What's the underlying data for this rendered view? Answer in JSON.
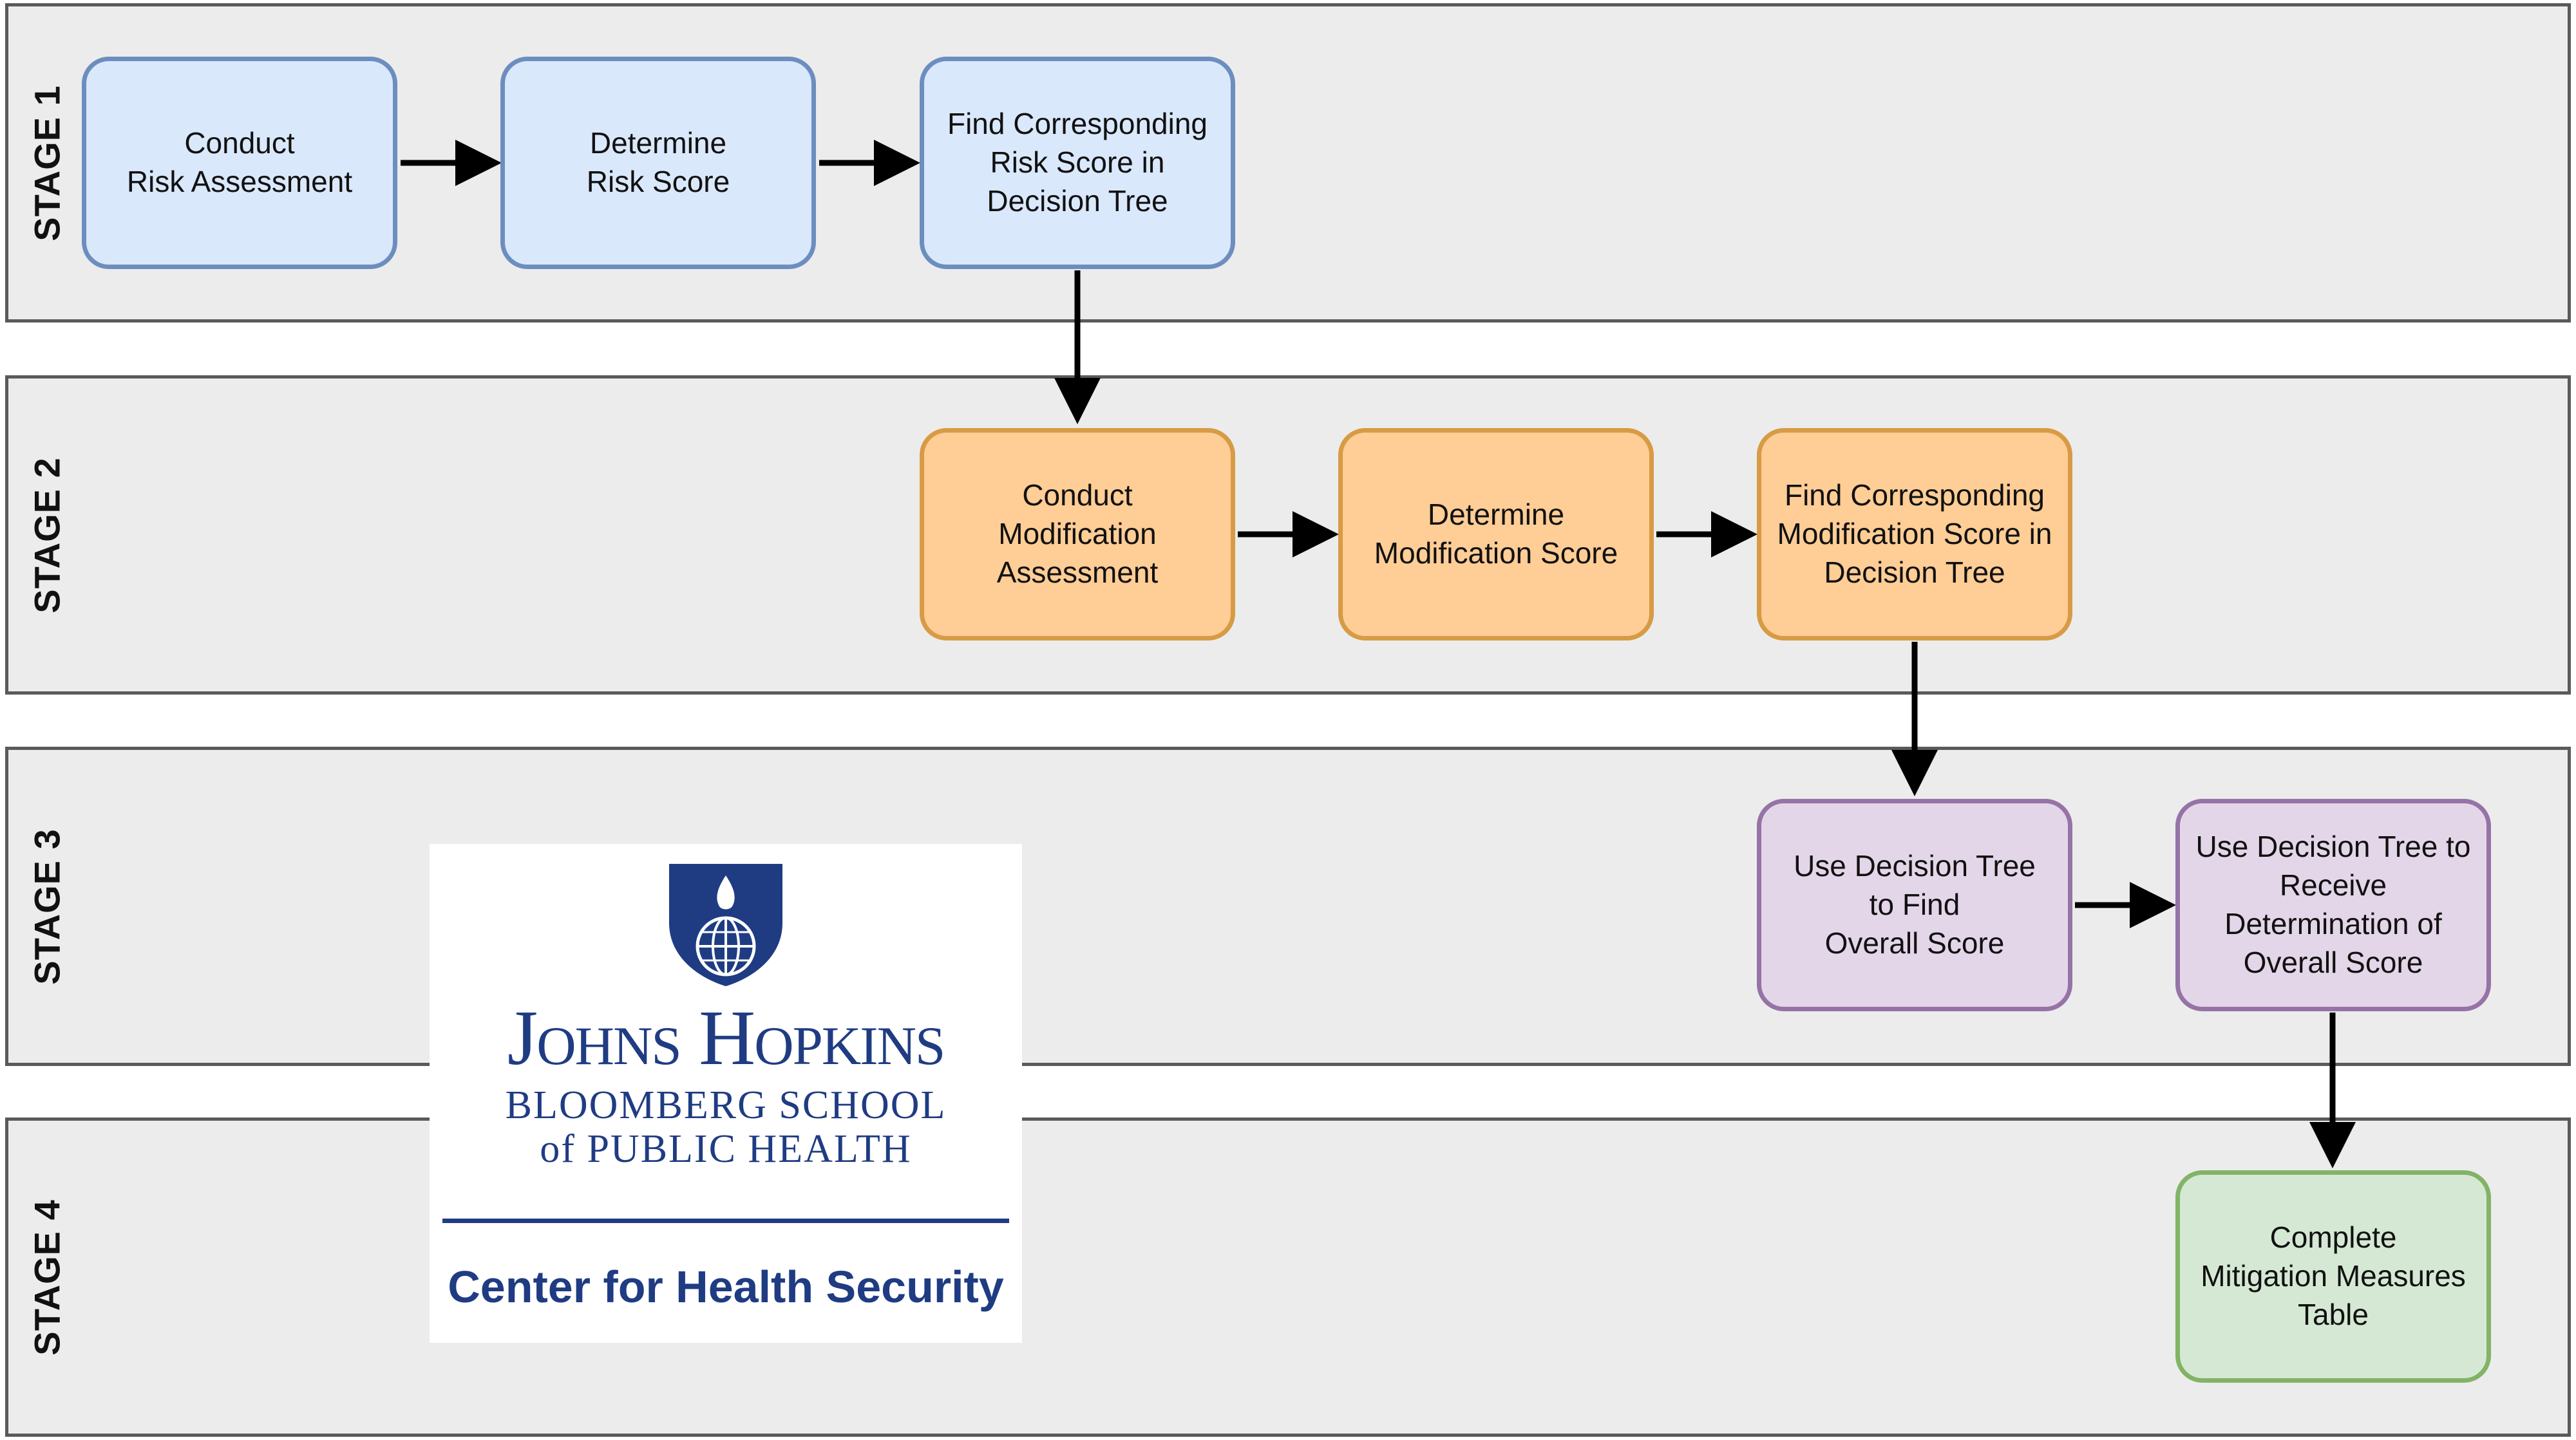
{
  "stages": [
    {
      "label": "STAGE 1"
    },
    {
      "label": "STAGE 2"
    },
    {
      "label": "STAGE 3"
    },
    {
      "label": "STAGE 4"
    }
  ],
  "nodes": {
    "conduct_risk": "Conduct\nRisk Assessment",
    "determine_risk": "Determine\nRisk Score",
    "find_risk_tree": "Find Corresponding\nRisk Score in\nDecision Tree",
    "conduct_mod": "Conduct\nModification\nAssessment",
    "determine_mod": "Determine\nModification Score",
    "find_mod_tree": "Find Corresponding\nModification Score in\nDecision Tree",
    "use_tree_find": "Use Decision Tree\nto Find\nOverall Score",
    "use_tree_receive": "Use Decision Tree to\nReceive\nDetermination of\nOverall Score",
    "complete_table": "Complete\nMitigation Measures\nTable"
  },
  "node_colors": {
    "stage1": {
      "fill": "#dae8fc",
      "stroke": "#6c8ebf"
    },
    "stage2": {
      "fill": "#ffcd96",
      "stroke": "#d79b45"
    },
    "stage3": {
      "fill": "#e4d6e9",
      "stroke": "#9673a6"
    },
    "stage4": {
      "fill": "#d5e8d4",
      "stroke": "#82b366"
    }
  },
  "edges": [
    [
      "conduct_risk",
      "determine_risk"
    ],
    [
      "determine_risk",
      "find_risk_tree"
    ],
    [
      "find_risk_tree",
      "conduct_mod"
    ],
    [
      "conduct_mod",
      "determine_mod"
    ],
    [
      "determine_mod",
      "find_mod_tree"
    ],
    [
      "find_mod_tree",
      "use_tree_find"
    ],
    [
      "use_tree_find",
      "use_tree_receive"
    ],
    [
      "use_tree_receive",
      "complete_table"
    ]
  ],
  "logo": {
    "name": "Johns Hopkins",
    "school": "BLOOMBERG SCHOOL\nof PUBLIC HEALTH",
    "center": "Center for Health Security",
    "color": "#1f3c83"
  }
}
